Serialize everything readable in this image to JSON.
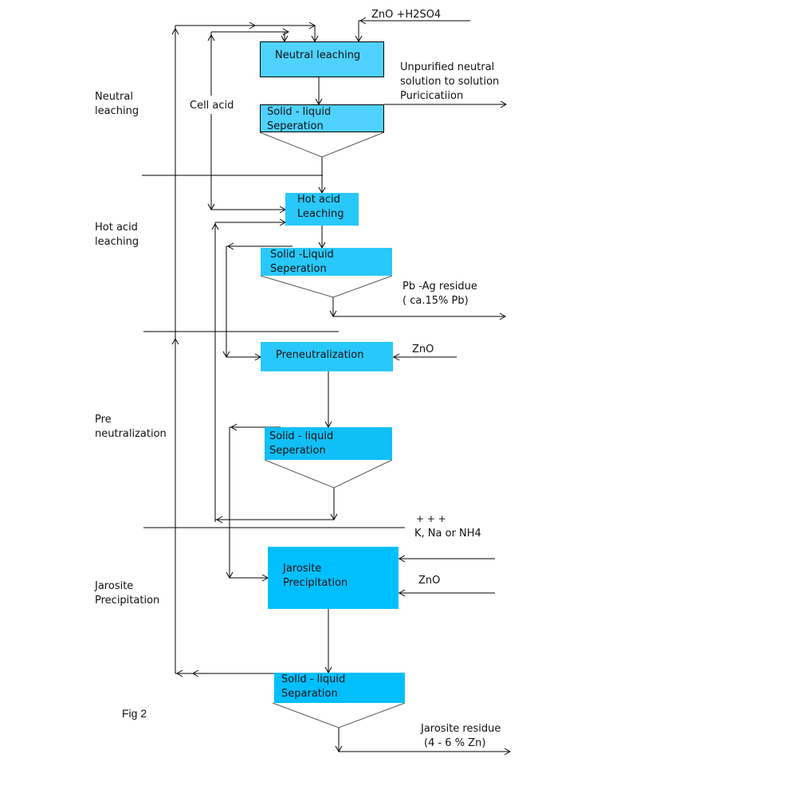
{
  "figure_label": "Fig 2",
  "stages": [
    {
      "line1": "Neutral",
      "line2": "leaching"
    },
    {
      "line1": "Hot acid",
      "line2": "leaching"
    },
    {
      "line1": "Pre",
      "line2": "neutralization"
    },
    {
      "line1": "Jarosite",
      "line2": "Precipitation"
    }
  ],
  "boxes": {
    "neutral_leaching": {
      "line1": "Neutral leaching",
      "color": "#4fd2ff"
    },
    "sl_sep_1": {
      "line1": "Solid  - liquid",
      "line2": "Seperation",
      "color": "#4fd2ff"
    },
    "hot_acid_leaching": {
      "line1": "Hot acid",
      "line2": "Leaching",
      "color": "#29c8fa"
    },
    "sl_sep_2": {
      "line1": "Solid    -Liquid",
      "line2": "Seperation",
      "color": "#29c8fa"
    },
    "preneutralization": {
      "line1": "Preneutralization",
      "color": "#29c8fa"
    },
    "sl_sep_3": {
      "line1": "Solid   -  liquid",
      "line2": "Seperation",
      "color": "#10bff5"
    },
    "jarosite_precipitation": {
      "line1": "Jarosite",
      "line2": "Precipitation",
      "color": "#00bfff"
    },
    "sl_sep_4": {
      "line1": "Solid  - liquid",
      "line2": "Separation",
      "color": "#00bfff"
    }
  },
  "labels": {
    "zno_h2so4": "ZnO  +H2SO4",
    "cell_acid": "Cell acid",
    "unpurified_1": "Unpurified neutral",
    "unpurified_2": "solution to solution",
    "unpurified_3": "Puricicatiion",
    "pbag_1": "Pb -Ag residue",
    "pbag_2": "( ca.15% Pb)",
    "zno_1": "ZnO",
    "ions_sup": "+   +            +",
    "ions": "K, Na or NH4",
    "zno_2": "ZnO",
    "jarosite_res_1": "Jarosite residue",
    "jarosite_res_2": "(4 - 6 % Zn)"
  }
}
